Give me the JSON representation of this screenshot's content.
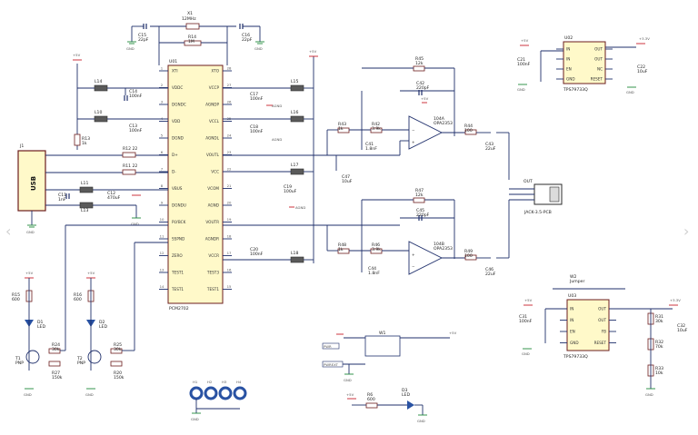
{
  "crystal": {
    "ref": "X1",
    "value": "12MHz"
  },
  "main_ic": {
    "ref": "U01",
    "part": "PCM2702"
  },
  "usb": {
    "ref": "J1",
    "label": "USB"
  },
  "ic_pins_left": [
    "XTI",
    "VDDC",
    "DGNDC",
    "VDD",
    "DGND",
    "D+",
    "D-",
    "VBUS",
    "DGNDU",
    "PLYBCK",
    "SSPND",
    "ZERO",
    "TEST1",
    "TEST1"
  ],
  "ic_pins_right": [
    "XTO",
    "VCCP",
    "AGNDP",
    "VCCL",
    "AGNDL",
    "VOUTL",
    "VCC",
    "VCOM",
    "AGND",
    "VOUTR",
    "AGNDR",
    "VCCR",
    "TEST3",
    "TEST1"
  ],
  "parts": {
    "c15": "C15\n22pF",
    "c16": "C16\n22pF",
    "r14": "R14\n1M",
    "l14": "L14",
    "c14": "C14\n100nF",
    "l10": "L10",
    "c13": "C13\n100nF",
    "r13": "R13\n1k",
    "r12": "R12  22",
    "r11": "R11  22",
    "c11": "C11\n1nF",
    "l11": "L11",
    "c12": "C12\n470uF",
    "l13": "L13",
    "c17": "C17\n100nF",
    "l15": "L15",
    "c18": "C18\n100nF",
    "l16": "L16",
    "l17": "L17",
    "c19": "C19\n100uF",
    "c20": "C20\n100nF",
    "l18": "L18",
    "r43": "R43\n1k",
    "r42": "R42\n3.9k",
    "c41": "C41\n1.8nF",
    "r45": "R45\n12k",
    "c42": "C42\n220pF",
    "r44": "R44\n100",
    "c43": "C43\n22uF",
    "c47": "C47\n10uF",
    "r47": "R47\n12k",
    "c45": "C45\n220pF",
    "r48": "R48\n1k",
    "r46": "R46\n3.9k",
    "c44": "C44\n1.8nF",
    "r49": "R49\n100",
    "c46": "C46\n22uF",
    "opa_a": "104A\nOPA2353",
    "opa_b": "104B\nOPA2353",
    "jack": "JACK-3.5-PCB",
    "out": "OUT",
    "u02": "U02",
    "u02_part": "TPS79733Q",
    "c21": "C21\n100nF",
    "c22": "C22\n10uF",
    "u03": "U03",
    "u03_part": "TPS79733Q",
    "w2": "W2\nJumper",
    "c31": "C31\n100nF",
    "r31": "R31\n30k",
    "r32": "R32\n70k",
    "r33": "R33\n10k",
    "c32": "C32\n10uF",
    "r15": "R15\n600",
    "d1": "D1\nLED",
    "r24": "R24\n30k",
    "r27": "R27\n150k",
    "t1": "T1\nPNP",
    "r16": "R16\n600",
    "d2": "D2\nLED",
    "r25": "R25\n30k",
    "r20": "R20\n150k",
    "t2": "T2\nPNP",
    "w1": "W1",
    "r6": "R6\n600",
    "d3": "D3\nLED",
    "pwr": "PWR",
    "pwr_ext": "PWREXT",
    "vbus": "VBUS",
    "h1": "H1",
    "h2": "H2",
    "h3": "H3",
    "h4": "H4"
  },
  "ldo_pins_left": [
    "IN",
    "IN",
    "EN",
    "GND"
  ],
  "ldo_pins_right": [
    "OUT",
    "OUT",
    "NC",
    "RESET"
  ],
  "ldo2_pins_left": [
    "IN",
    "IN",
    "EN",
    "GND"
  ],
  "ldo2_pins_right": [
    "OUT",
    "OUT",
    "FB",
    "RESET"
  ],
  "nets": {
    "gnd": "GND",
    "v5": "+5V",
    "v33": "+3.3V",
    "dgnd": "DGND",
    "agnd": "AGND"
  },
  "colors": {
    "ic_fill": "#fff9c9",
    "ic_stroke": "#6b1d1d",
    "wire": "#1f2f6b",
    "power": "#c8202a",
    "ground": "#1f8a3a",
    "hole": "#2952a3"
  }
}
